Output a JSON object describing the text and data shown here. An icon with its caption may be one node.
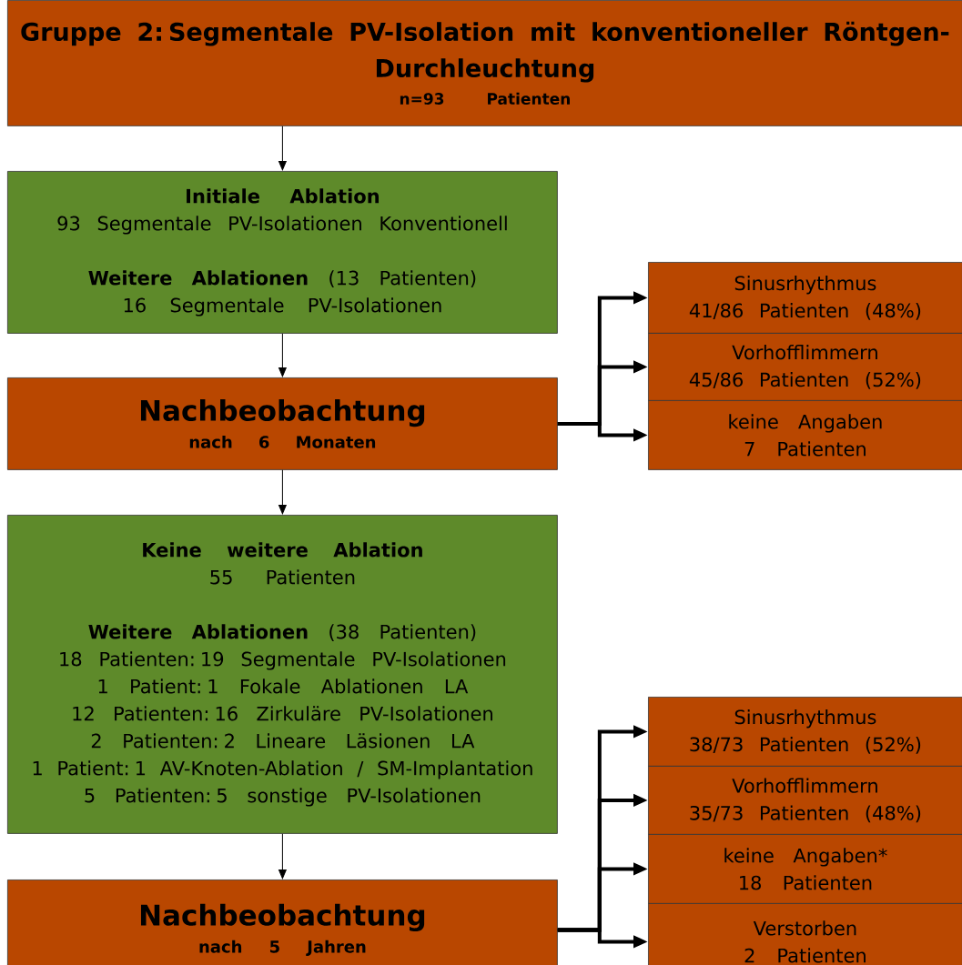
{
  "diagram": {
    "nodes": [
      {
        "text": [
          "Gruppe 2: Segmentale PV-Isolation mit konventioneller Röntgen-Durchleuchtung",
          "n=93 Patienten"
        ]
      },
      {
        "text": [
          "Initiale Ablation",
          "93 Segmentale PV-Isolationen Konventionell",
          "**Weitere Ablationen** (13 Patienten)",
          "16 Segmentale PV-Isolationen"
        ]
      },
      {
        "text": [
          "Nachbeobachtung",
          "nach 6 Monaten"
        ]
      },
      {
        "text": [
          "Sinusrhythmus",
          "41/86 Patienten (48%)"
        ]
      },
      {
        "text": [
          "Vorhofflimmern",
          "45/86 Patienten (52%)"
        ]
      },
      {
        "text": [
          "keine Angaben",
          "7 Patienten"
        ]
      },
      {
        "text": [
          "Keine weitere Ablation",
          "55 Patienten",
          "**Weitere Ablationen** (38 Patienten)",
          "18 Patienten: 19 Segmentale PV-Isolationen",
          "1 Patient: 1 Fokale Ablationen LA",
          "12 Patienten: 16 Zirkuläre PV-Isolationen",
          "2 Patienten: 2 Lineare Läsionen LA",
          "1 Patient: 1 AV-Knoten-Ablation / SM-Implantation",
          "5 Patienten: 5 sonstige PV-Isolationen"
        ]
      },
      {
        "text": [
          "Nachbeobachtung",
          "nach 5 Jahren"
        ]
      },
      {
        "text": [
          "Sinusrhythmus",
          "38/73 Patienten (52%)"
        ]
      },
      {
        "text": [
          "Vorhofflimmern",
          "35/73 Patienten (48%)"
        ]
      },
      {
        "text": [
          "keine Angaben*",
          "18 Patienten"
        ]
      },
      {
        "text": [
          "Verstorben",
          "2 Patienten"
        ]
      }
    ],
    "edges": [
      {
        "from": 0,
        "to": 1,
        "arrow": "to"
      },
      {
        "from": 1,
        "to": 2,
        "arrow": "to"
      },
      {
        "from": 2,
        "to": 3,
        "arrow": "to"
      },
      {
        "from": 2,
        "to": 4,
        "arrow": "to"
      },
      {
        "from": 2,
        "to": 5,
        "arrow": "to"
      },
      {
        "from": 2,
        "to": 6,
        "arrow": "to"
      },
      {
        "from": 6,
        "to": 7,
        "arrow": "to"
      },
      {
        "from": 7,
        "to": 8,
        "arrow": "to"
      },
      {
        "from": 7,
        "to": 9,
        "arrow": "to"
      },
      {
        "from": 7,
        "to": 10,
        "arrow": "to"
      },
      {
        "from": 7,
        "to": 11,
        "arrow": "to"
      }
    ]
  }
}
